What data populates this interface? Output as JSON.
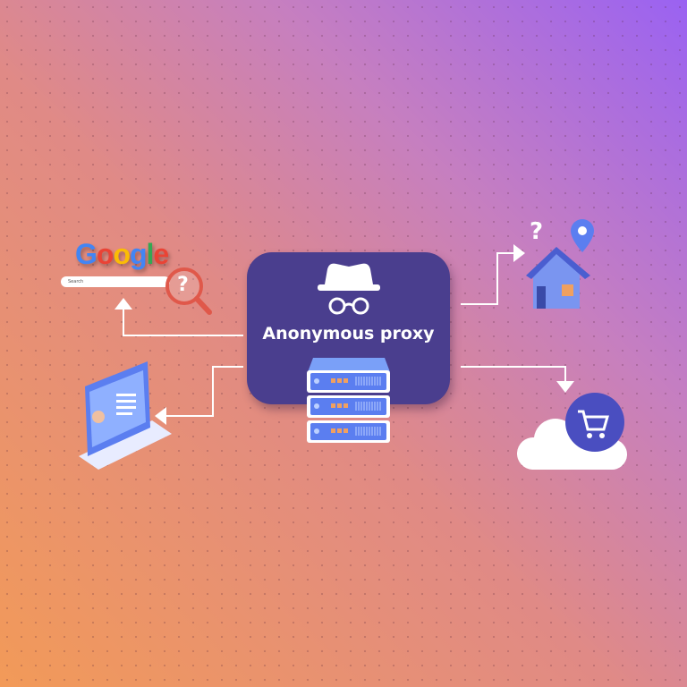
{
  "center": {
    "title": "Anonymous proxy"
  },
  "google": {
    "logo": [
      "G",
      "o",
      "o",
      "g",
      "l",
      "e"
    ],
    "logo_colors": [
      "#4285f4",
      "#ea4335",
      "#fbbc05",
      "#4285f4",
      "#34a853",
      "#ea4335"
    ],
    "search_placeholder": "Search"
  },
  "icons": {
    "question_mark": "?"
  },
  "colors": {
    "box": "#4a3e8e",
    "server": "#5b7ef0",
    "cart_circle": "#4a4ec0",
    "magnifier": "#e0584a"
  }
}
